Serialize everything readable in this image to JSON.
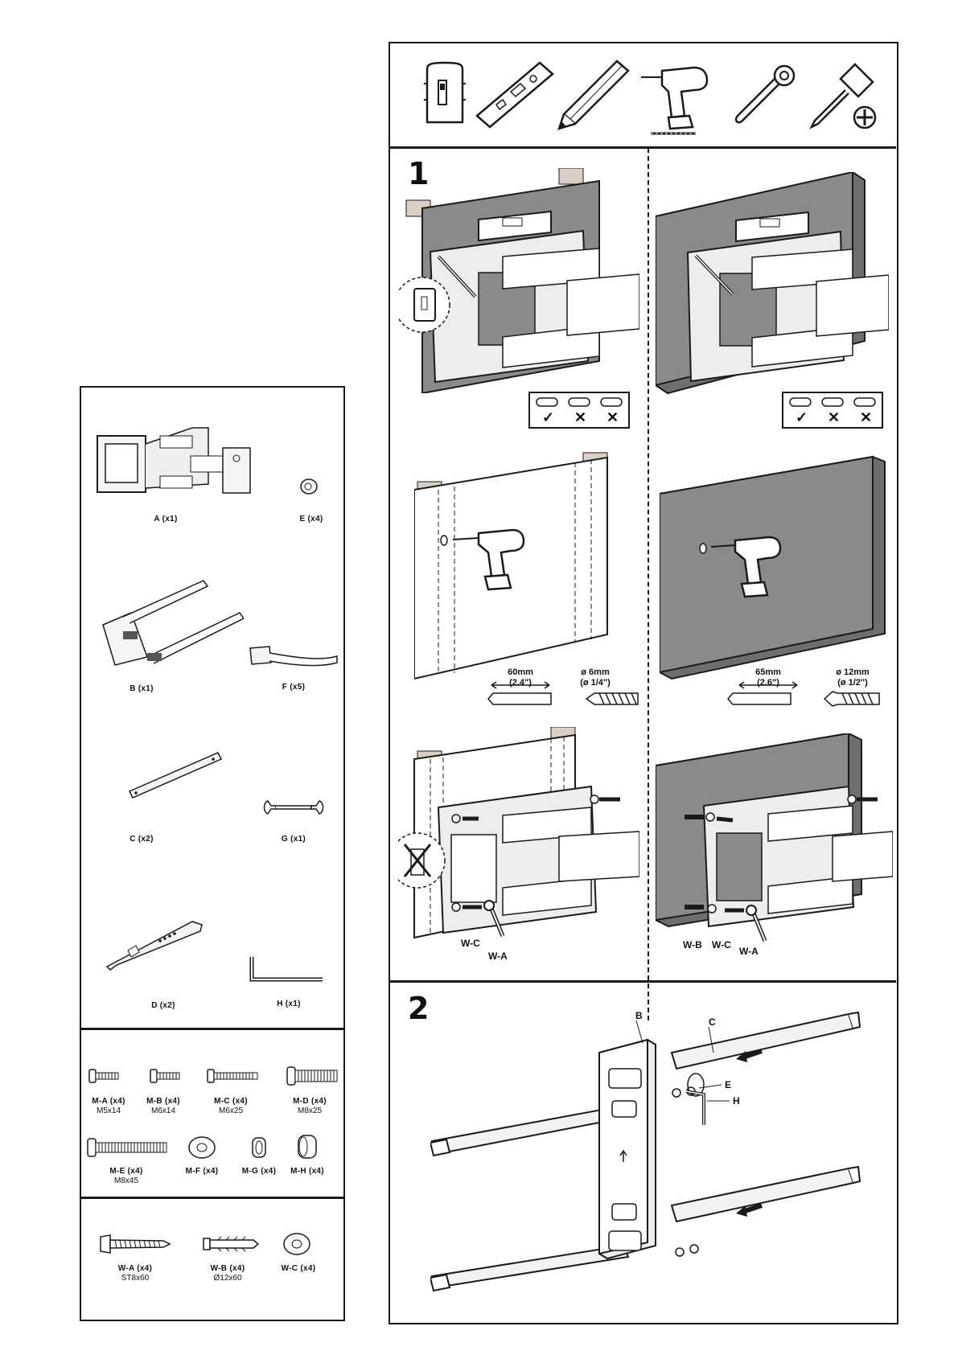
{
  "colors": {
    "line": "#1a1a1a",
    "wall": "#8a8a8a",
    "wall_dark": "#6e6e6e",
    "wood": "#d8d0c4",
    "metal": "#e9e9e9",
    "bar": "#f2f2f2"
  },
  "tools": {
    "icons": [
      "stud-finder-icon",
      "level-icon",
      "pencil-icon",
      "drill-icon",
      "socket-wrench-icon",
      "phillips-screwdriver-icon"
    ]
  },
  "parts": {
    "large": [
      {
        "label": "A (x1)",
        "icon": "wall-plate-arm-icon"
      },
      {
        "label": "E (x4)",
        "icon": "nut-icon"
      },
      {
        "label": "B (x1)",
        "icon": "bracket-assembly-icon"
      },
      {
        "label": "F (x5)",
        "icon": "cable-tie-icon"
      },
      {
        "label": "C (x2)",
        "icon": "vertical-bar-icon"
      },
      {
        "label": "G (x1)",
        "icon": "wrench-icon"
      },
      {
        "label": "D (x2)",
        "icon": "tv-hook-icon"
      },
      {
        "label": "H (x1)",
        "icon": "hex-key-icon"
      }
    ],
    "hardware_m": [
      {
        "label": "M-A (x4)",
        "size": "M5x14"
      },
      {
        "label": "M-B (x4)",
        "size": "M6x14"
      },
      {
        "label": "M-C (x4)",
        "size": "M6x25"
      },
      {
        "label": "M-D (x4)",
        "size": "M8x25"
      },
      {
        "label": "M-E (x4)",
        "size": "M8x45"
      },
      {
        "label": "M-F (x4)",
        "size": ""
      },
      {
        "label": "M-G (x4)",
        "size": ""
      },
      {
        "label": "M-H (x4)",
        "size": ""
      }
    ],
    "hardware_w": [
      {
        "label": "W-A (x4)",
        "size": "ST8x60"
      },
      {
        "label": "W-B (x4)",
        "size": "Ø12x60"
      },
      {
        "label": "W-C (x4)",
        "size": ""
      }
    ]
  },
  "step1": {
    "number": "1",
    "wood": {
      "distance": "60mm",
      "distance_in": "(2.4\")",
      "bit": "ø 6mm",
      "bit_in": "(ø 1/4\")"
    },
    "concrete": {
      "distance": "65mm",
      "distance_in": "(2.6\")",
      "bit": "ø 12mm",
      "bit_in": "(ø 1/2\")"
    },
    "callouts_wood": [
      "W-C",
      "W-A"
    ],
    "callouts_concrete": [
      "W-B",
      "W-C",
      "W-A"
    ],
    "check_marks": [
      "✓",
      "✕",
      "✕"
    ]
  },
  "step2": {
    "number": "2",
    "callouts": [
      "B",
      "C",
      "E",
      "H"
    ]
  }
}
